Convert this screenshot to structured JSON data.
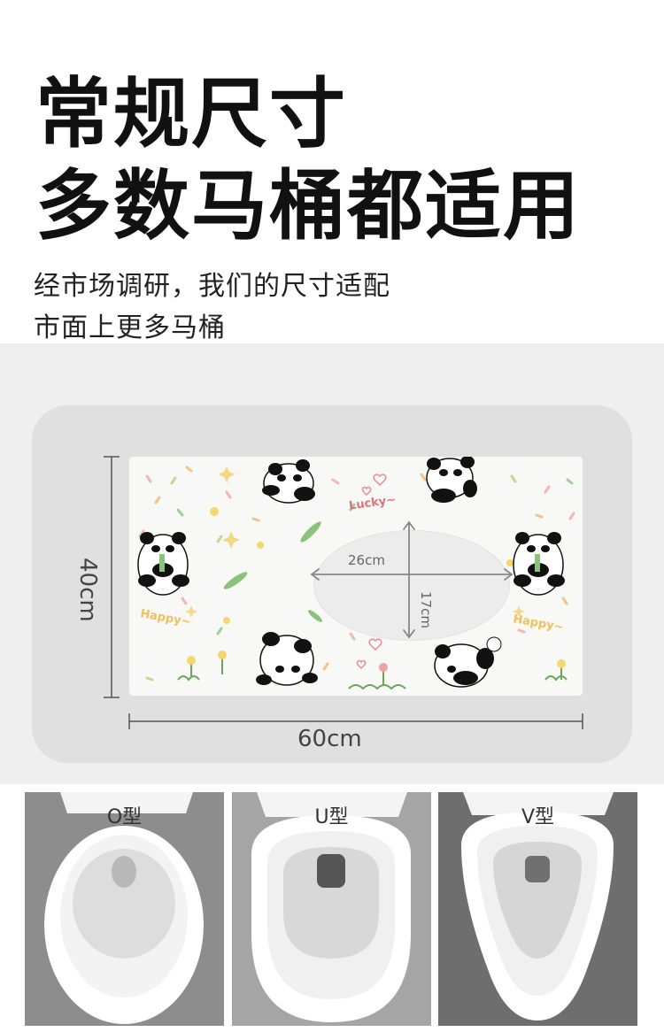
{
  "headline": {
    "line1": "常规尺寸",
    "line2": "多数马桶都适用"
  },
  "subtitle": {
    "line1": "经市场调研，我们的尺寸适配",
    "line2": "市面上更多马桶"
  },
  "diagram": {
    "height_label": "40cm",
    "width_label": "60cm",
    "hole_width_label": "26cm",
    "hole_height_label": "17cm",
    "deco_lucky": "Lucky~",
    "deco_happy": "Happy~"
  },
  "toilets": [
    {
      "label": "O型"
    },
    {
      "label": "U型"
    },
    {
      "label": "V型"
    }
  ]
}
